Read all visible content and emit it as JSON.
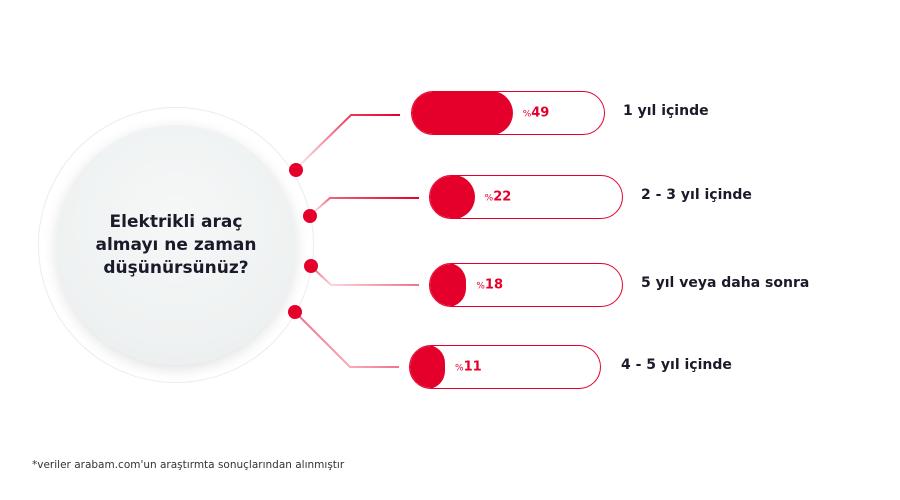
{
  "chart_data": {
    "type": "bar",
    "title": "Elektrikli araç almayı ne zaman düşünürsünüz?",
    "categories": [
      "1 yıl içinde",
      "2 - 3 yıl içinde",
      "5 yıl veya daha sonra",
      "4 - 5 yıl içinde"
    ],
    "values": [
      49,
      22,
      18,
      11
    ],
    "value_prefix": "%",
    "accent": "#e4002b"
  },
  "footnote": "*veriler arabam.com'un araştırmta sonuçlarından alınmıştır"
}
